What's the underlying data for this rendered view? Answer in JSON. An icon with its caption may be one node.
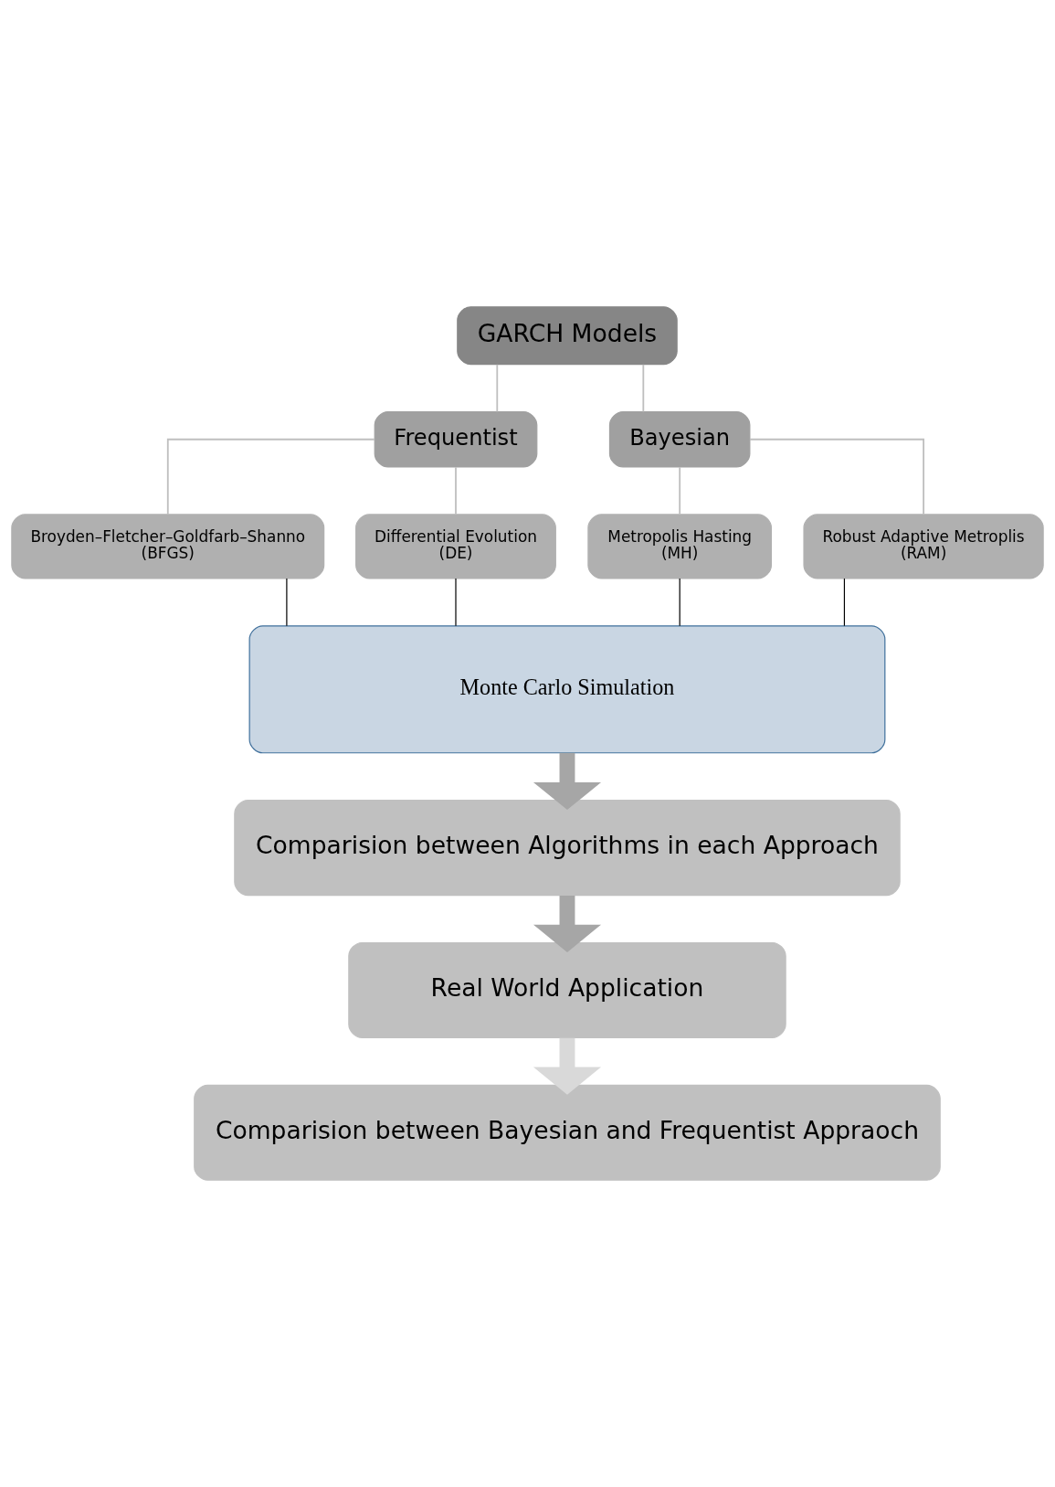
{
  "diagram": {
    "nodes": [
      {
        "text": [
          "GARCH Models"
        ]
      },
      {
        "text": [
          "Frequentist"
        ]
      },
      {
        "text": [
          "Bayesian"
        ]
      },
      {
        "text": [
          "Broyden–Fletcher–Goldfarb–Shanno",
          "(BFGS)"
        ]
      },
      {
        "text": [
          "Differential Evolution",
          "(DE)"
        ]
      },
      {
        "text": [
          "Metropolis Hasting",
          "(MH)"
        ]
      },
      {
        "text": [
          "Robust Adaptive Metroplis",
          "(RAM)"
        ]
      },
      {
        "text": [
          "Monte Carlo Simulation"
        ]
      },
      {
        "text": [
          "Comparision between Algorithms in each Approach"
        ]
      },
      {
        "text": [
          "Real World Application"
        ]
      },
      {
        "text": [
          "Comparision between Bayesian and Frequentist Appraoch"
        ]
      }
    ],
    "edges": [
      {
        "from": 0,
        "to": 1,
        "arrow": "none"
      },
      {
        "from": 0,
        "to": 2,
        "arrow": "none"
      },
      {
        "from": 1,
        "to": 3,
        "arrow": "none"
      },
      {
        "from": 1,
        "to": 4,
        "arrow": "none"
      },
      {
        "from": 2,
        "to": 5,
        "arrow": "none"
      },
      {
        "from": 2,
        "to": 6,
        "arrow": "none"
      },
      {
        "from": 3,
        "to": 7,
        "arrow": "none",
        "color": "#000000"
      },
      {
        "from": 4,
        "to": 7,
        "arrow": "none",
        "color": "#000000"
      },
      {
        "from": 5,
        "to": 7,
        "arrow": "none",
        "color": "#000000"
      },
      {
        "from": 6,
        "to": 7,
        "arrow": "none",
        "color": "#000000"
      },
      {
        "from": 7,
        "to": 8,
        "arrow": "to",
        "style": "thick",
        "color": "#a6a6a6"
      },
      {
        "from": 8,
        "to": 9,
        "arrow": "to",
        "style": "thick",
        "color": "#a6a6a6"
      },
      {
        "from": 9,
        "to": 10,
        "arrow": "to",
        "style": "thick",
        "color": "#d9d9d9"
      }
    ]
  }
}
